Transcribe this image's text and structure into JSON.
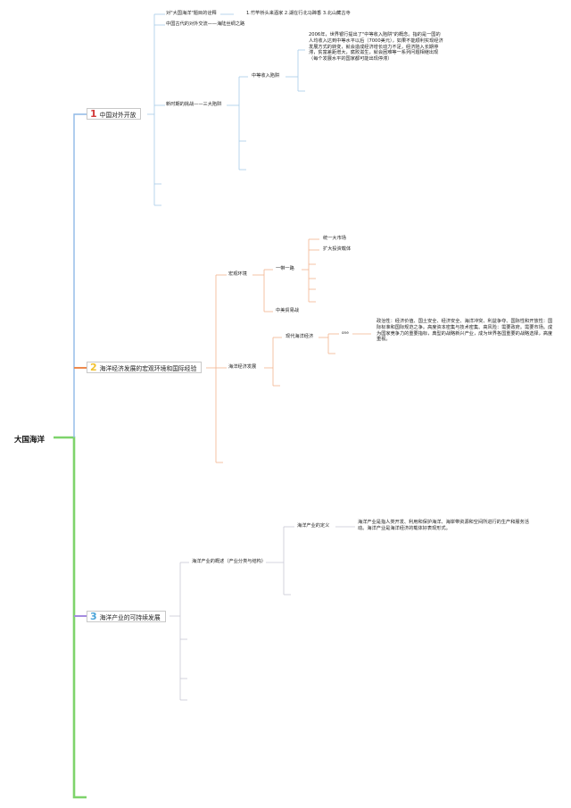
{
  "root": {
    "label": "大国海洋"
  },
  "colors": {
    "branch1": "#a6cce8",
    "branch2": "#f3b48f",
    "branch3": "#c8c8d4",
    "trunk_green": "#7ed36b",
    "trunk_orange": "#ee8a4e",
    "trunk_purple": "#a58ce0",
    "trunk_blue": "#8fb8e6",
    "num1": "#d23a3a",
    "num2": "#f2c12e",
    "num3": "#4aa3d8"
  },
  "categories": [
    {
      "num": "1",
      "label": "中国对外开放"
    },
    {
      "num": "2",
      "label": "海洋经济发展的宏观环境和国际经验"
    },
    {
      "num": "3",
      "label": "海洋产业的可持续发展"
    }
  ],
  "branch1": {
    "slogan": "对\"大国海洋\"题目的诠释",
    "slogan_detail": "1.竹竿桥头来酒家 2.湖在行北马蹄香 3.北山藏古寺",
    "ancient": "中国古代的对外交流——海陆丝绸之路",
    "new_era": "新时期的挑战——三大陷阱",
    "trap": "中等收入陷阱",
    "trap_note": "2006年，世界银行提出了\"中等收入陷阱\"的概念。指的是一国的人均收入达到中等水平以后（7000美元），如果不能顺利实现经济发展方式的转变，就会造成经济增长动力不足，经济陷入长期停滞，贫富差距增大，腐败滋生，就会困难等一系列问题相继出现（每个发展水平的国家都可能出现停滞）"
  },
  "branch2": {
    "macro": "宏观环境",
    "belt": "一带一路",
    "belt_items": [
      "统一大市场",
      "扩大投资载体"
    ],
    "sino_us": "中美贸易战",
    "marine_dev": "海洋经济发展",
    "modern": "现代海洋经济",
    "modern_tag": "one",
    "modern_note": "政治性：经济价值、国土安全、经济安全、海洋冲突、利益争夺、国际性和开放性：国际标准和国际规范之争。高度资本密集与技术密集、高风险：需要政府。需要市场。成为国家竞争力的重要指标，典型的战略新兴产业，成为世界各国重要的战略选择，高度重视。"
  },
  "branch3": {
    "overview": "海洋产业的概述（产业分类与结构）",
    "definition": "海洋产业的定义",
    "definition_note": "海洋产业是指人类开发、利用和保护海洋、海岸带资源和空间所进行的生产和服务活动。海洋产业是海洋经济的载体好表现形式。"
  }
}
